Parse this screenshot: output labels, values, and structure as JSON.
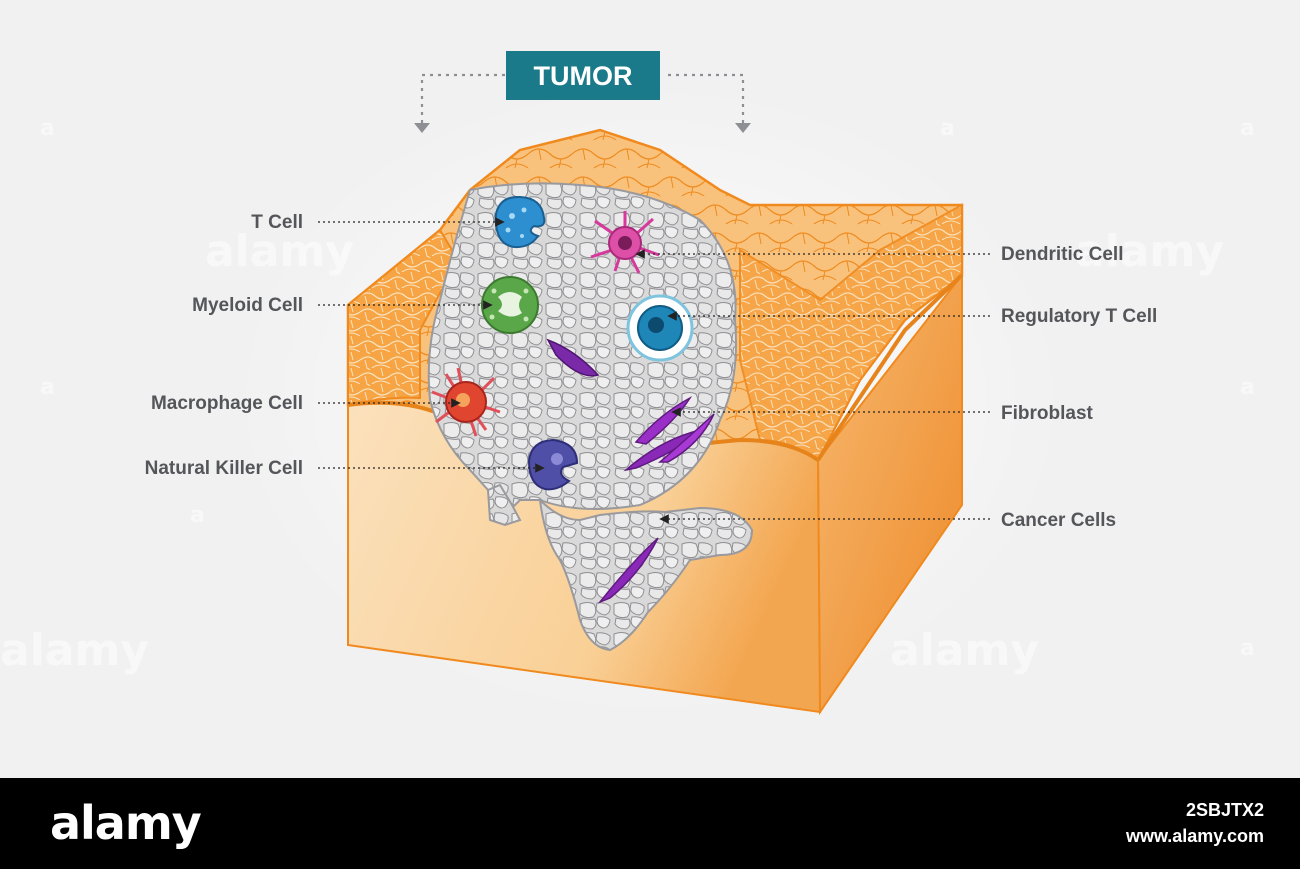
{
  "title": "TUMOR",
  "labels_left": [
    "T Cell",
    "Myeloid Cell",
    "Macrophage Cell",
    "Natural Killer Cell"
  ],
  "labels_right": [
    "Dendritic Cell",
    "Regulatory T Cell",
    "Fibroblast",
    "Cancer Cells"
  ],
  "watermark": {
    "brand": "alamy",
    "stamp": "a"
  },
  "footer": {
    "logo": "alamy",
    "image_id": "2SBJTX2",
    "site": "www.alamy.com"
  },
  "colors": {
    "title_box": "#1a7a8a",
    "tissue_orange": "#f08a1e",
    "tissue_light": "#f9d7a6",
    "tumor_gray": "#d8d8d9",
    "label_text": "#55565a"
  }
}
